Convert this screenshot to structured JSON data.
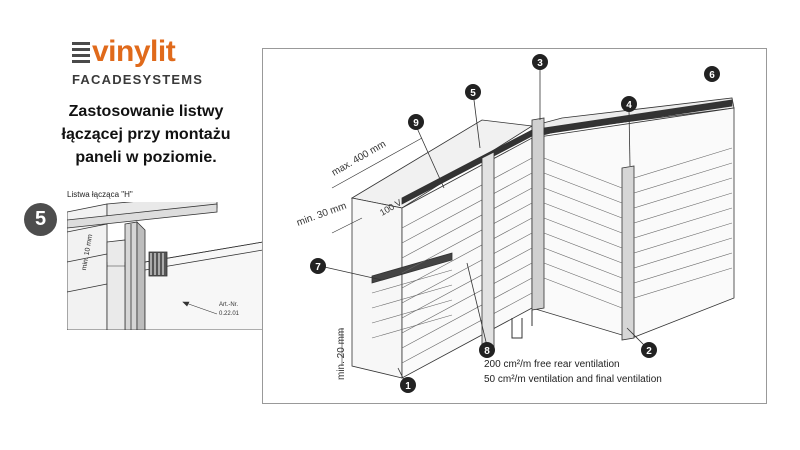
{
  "logo": {
    "brand": "vinylit",
    "sub": "FACADESYSTEMS",
    "accent_color": "#e06a1b"
  },
  "headline": {
    "line1": "Zastosowanie listwy",
    "line2": "łączącej przy montażu",
    "line3": "paneli w poziomie."
  },
  "detail": {
    "badge": "5",
    "title": "Listwa łącząca \"H\"",
    "dim": "min. 10 mm",
    "art_label": "Art.-Nr.",
    "art_no": "0.22.01"
  },
  "diagram": {
    "callouts": [
      "1",
      "2",
      "3",
      "4",
      "5",
      "6",
      "7",
      "8",
      "9"
    ],
    "dim_top": "max. 400 mm",
    "dim_left": "min. 30 mm",
    "dim_gap": "100 V",
    "dim_bottom": "min. 20 mm",
    "ventilation_1": "200 cm²/m free rear ventilation",
    "ventilation_2": "50 cm²/m ventilation and final ventilation"
  }
}
